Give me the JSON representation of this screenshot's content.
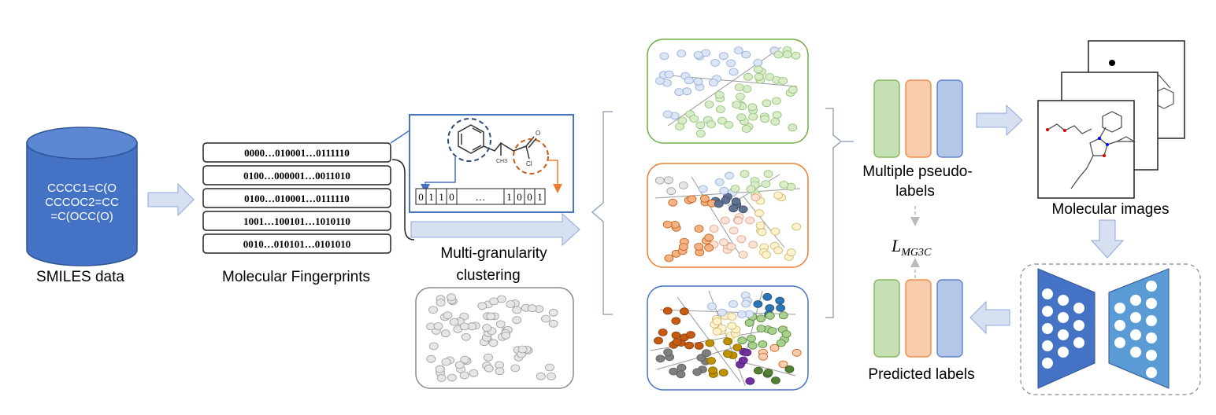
{
  "smiles": {
    "lines": [
      "CCCC1=C(O",
      "CCCOC2=CC",
      "=C(OCC(O)"
    ],
    "label": "SMILES data"
  },
  "fingerprints": {
    "rows": [
      "0000…010001…0111110",
      "0100…000001…0011010",
      "0100…010001…0111110",
      "1001…100101…1010110",
      "0010…010101…0101010"
    ],
    "label": "Molecular Fingerprints"
  },
  "structure_bits": {
    "cells": [
      "0",
      "1",
      "1",
      "0",
      "…",
      "1",
      "0",
      "0",
      "1"
    ],
    "methyl": "CH3",
    "oxygen": "O",
    "chlorine": "Cl"
  },
  "clustering": {
    "label_line1": "Multi-granularity",
    "label_line2": "clustering"
  },
  "pseudo": {
    "label_line1": "Multiple pseudo-",
    "label_line2": "labels",
    "loss": "L",
    "loss_sub": "MG3C"
  },
  "predicted": {
    "label": "Predicted labels"
  },
  "images": {
    "label": "Molecular images"
  },
  "colors": {
    "green": "#c5e0b4",
    "orange": "#f8cbad",
    "blue": "#b4c7e7",
    "cylinder": "#4472c4",
    "arrow": "#d6e0f0",
    "cnn": "#5b9bd5",
    "green_border": "#70ad47",
    "orange_border": "#ed7d31",
    "blue_border": "#4472c4"
  }
}
